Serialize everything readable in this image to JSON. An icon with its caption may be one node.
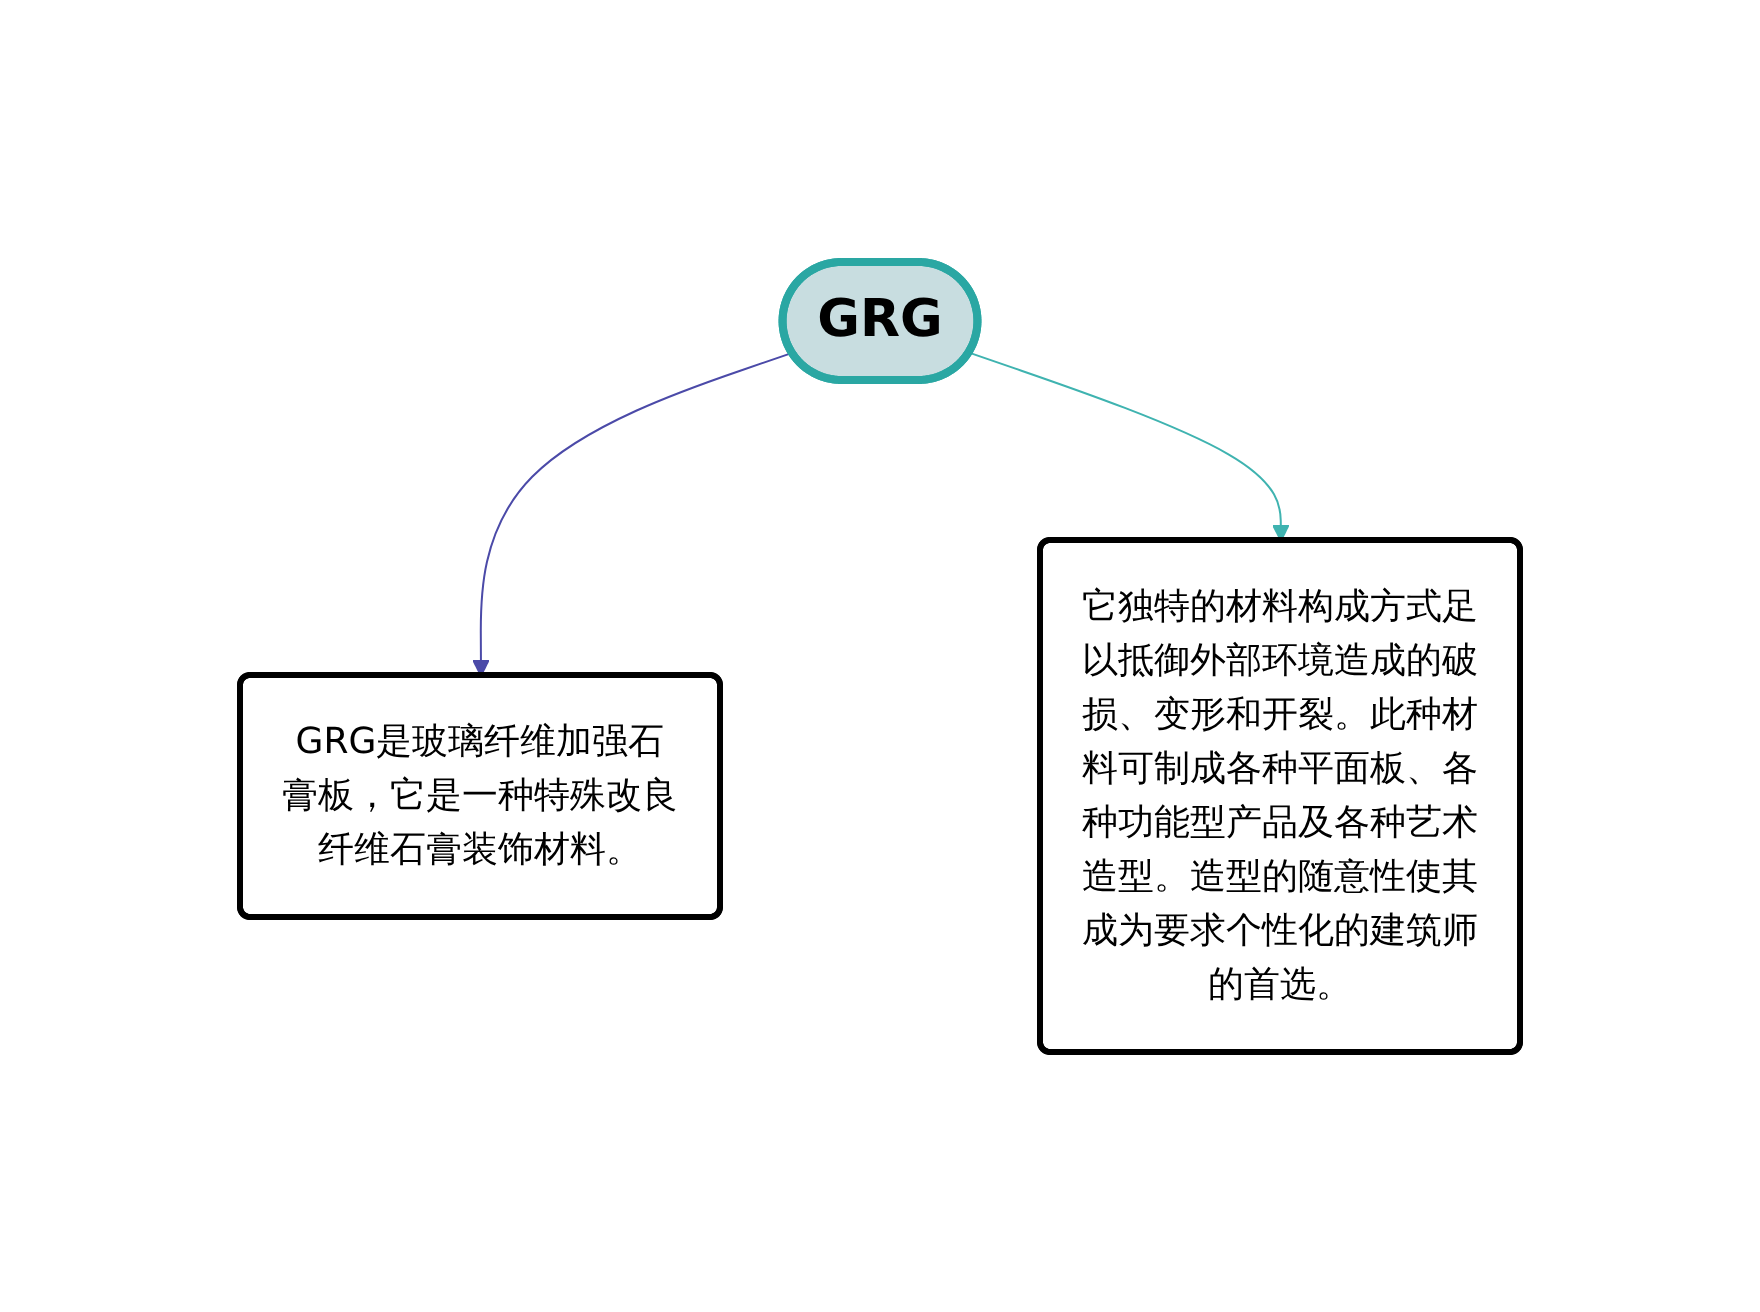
{
  "diagram": {
    "nodes": [
      {
        "text": [
          "GRG"
        ]
      },
      {
        "text": [
          "GRG是玻璃纤维加强石膏板，它是一种特殊改良纤维石膏装饰材料。"
        ]
      },
      {
        "text": [
          "它独特的材料构成方式足以抵御外部环境造成的破损、变形和开裂。此种材料可制成各种平面板、各种功能型产品及各种艺术造型。造型的随意性使其成为要求个性化的建筑师的首选。"
        ]
      }
    ],
    "edges": [
      {
        "from": 0,
        "to": 1,
        "arrow": "to",
        "color": "#4b4aa8"
      },
      {
        "from": 0,
        "to": 2,
        "arrow": "to",
        "color": "#3fb3b0"
      }
    ]
  }
}
